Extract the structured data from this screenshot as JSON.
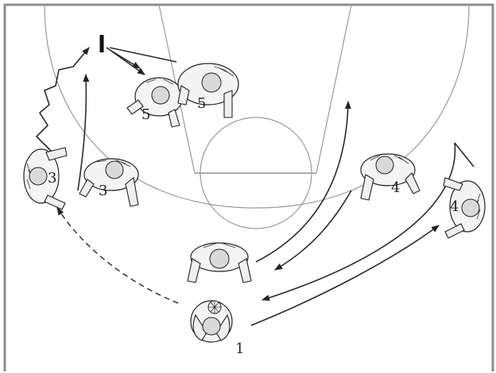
{
  "players": [
    {
      "id": "p1",
      "label": "1",
      "has_ball": true
    },
    {
      "id": "p2",
      "label": "",
      "has_ball": false
    },
    {
      "id": "p3",
      "label": "3",
      "has_ball": false
    },
    {
      "id": "p3b",
      "label": "3",
      "has_ball": false
    },
    {
      "id": "p4",
      "label": "4",
      "has_ball": false
    },
    {
      "id": "p4b",
      "label": "4",
      "has_ball": false
    },
    {
      "id": "p5a",
      "label": "5",
      "has_ball": false
    },
    {
      "id": "p5b",
      "label": "5",
      "has_ball": false
    }
  ]
}
